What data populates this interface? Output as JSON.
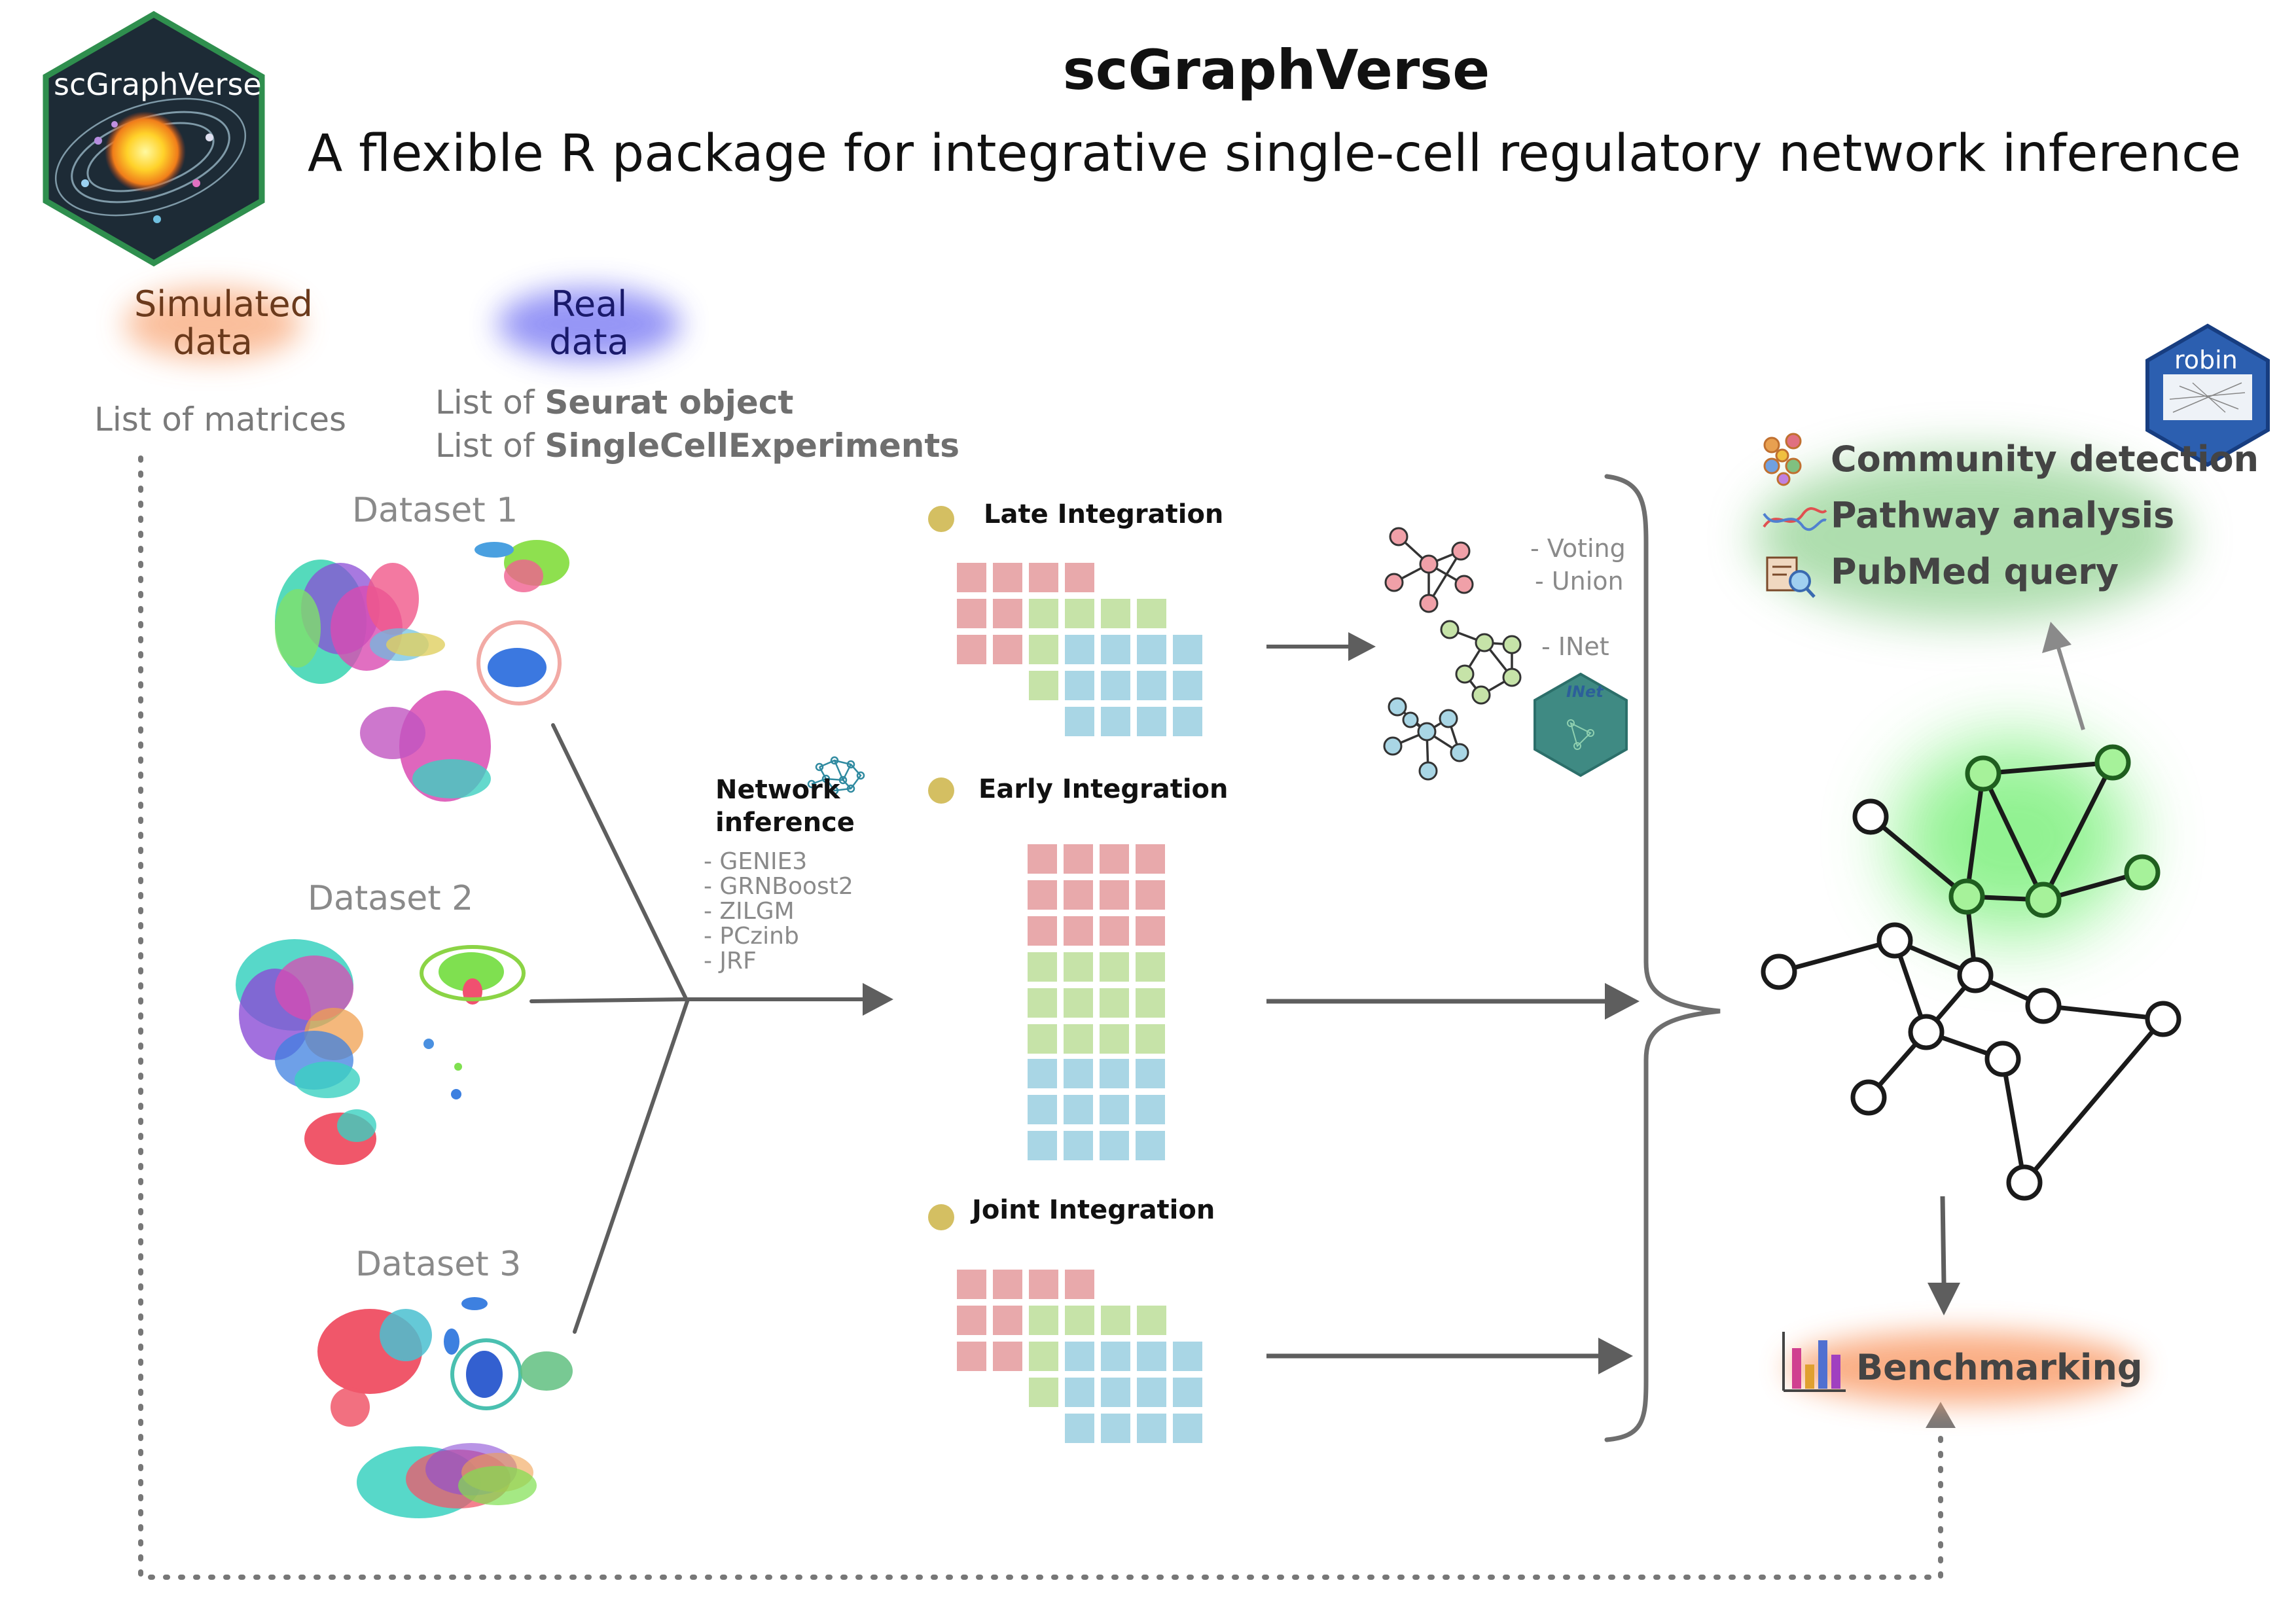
{
  "header": {
    "logo_text": "scGraphVerse",
    "title": "scGraphVerse",
    "subtitle": "A flexible R package for integrative single-cell regulatory network inference"
  },
  "inputs": {
    "simulated": {
      "line1": "Simulated",
      "line2": "data",
      "format": "List of matrices"
    },
    "real": {
      "line1": "Real",
      "line2": "data",
      "format1_prefix": "List of ",
      "format1_bold": "Seurat object",
      "format2_prefix": "List of ",
      "format2_bold": "SingleCellExperiments"
    }
  },
  "datasets": [
    "Dataset 1",
    "Dataset 2",
    "Dataset 3"
  ],
  "network_inference": {
    "title_line1": "Network",
    "title_line2": "inference",
    "methods": [
      "- GENIE3",
      "- GRNBoost2",
      "- ZILGM",
      "- PCzinb",
      "- JRF"
    ]
  },
  "integrations": {
    "late": "Late Integration",
    "early": "Early Integration",
    "joint": "Joint Integration"
  },
  "late_methods": {
    "voting": "- Voting",
    "union": "- Union",
    "inet": "- INet"
  },
  "inet_badge": "INet",
  "robin_badge": "robin",
  "analyses": {
    "community": "Community detection",
    "pathway": "Pathway analysis",
    "pubmed": "PubMed query",
    "benchmarking": "Benchmarking"
  },
  "colors": {
    "matrix_red": "#e8a9ab",
    "matrix_green": "#c6e3a8",
    "matrix_blue": "#a9d6e5",
    "integration_dot": "#d4bf62",
    "simulated_glow": "#f9b38a",
    "real_glow": "#8a8af5",
    "community_glow": "#7ef07e",
    "benchmark_glow": "#f9a070",
    "arrow_gray": "#5e5e5e"
  },
  "icons": [
    "hexagon-logo-icon",
    "network-icon",
    "community-icon",
    "dna-icon",
    "search-document-icon",
    "bar-chart-icon",
    "inet-hex-icon",
    "robin-hex-icon"
  ]
}
